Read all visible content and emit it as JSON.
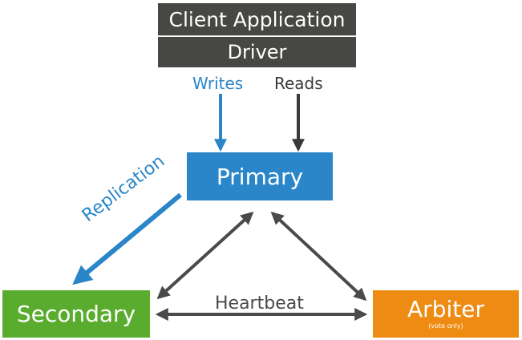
{
  "nodes": {
    "client": {
      "label": "Client Application"
    },
    "driver": {
      "label": "Driver"
    },
    "primary": {
      "label": "Primary"
    },
    "secondary": {
      "label": "Secondary"
    },
    "arbiter": {
      "label": "Arbiter",
      "sublabel": "(vote only)"
    }
  },
  "edges": {
    "writes": "Writes",
    "reads": "Reads",
    "replication": "Replication",
    "heartbeat": "Heartbeat"
  },
  "colors": {
    "client_bg": "#474744",
    "driver_bg": "#474744",
    "primary_bg": "#2a86c8",
    "secondary_bg": "#5aac2f",
    "arbiter_bg": "#ed8b12",
    "writes": "#2a86c8",
    "reads": "#3a3a3a",
    "replication": "#2a86c8",
    "heartbeat": "#4a4a4a"
  }
}
